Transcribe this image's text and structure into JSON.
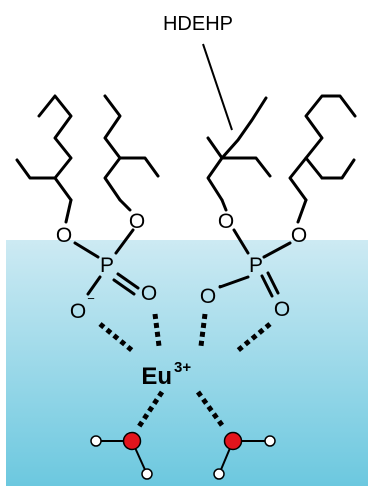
{
  "label": "HDEHP",
  "ion": {
    "symbol": "Eu",
    "charge": "3+"
  },
  "atoms": {
    "phosphorus": "P",
    "oxygen": "O",
    "charge_minus": "−"
  },
  "colors": {
    "water_top": "#cdeaf3",
    "water_bottom": "#6cc8df",
    "oxygen_atom": "#e2141c",
    "hydrogen_atom": "#ffffff"
  }
}
